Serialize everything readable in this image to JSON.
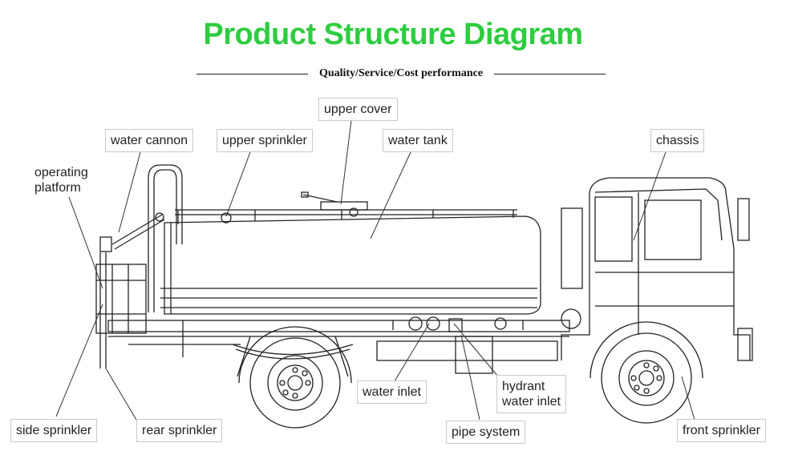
{
  "header": {
    "title": "Product Structure Diagram",
    "subtitle": "Quality/Service/Cost performance",
    "title_color": "#2ecc40"
  },
  "labels": {
    "upper_cover": "upper cover",
    "water_cannon": "water cannon",
    "upper_sprinkler": "upper sprinkler",
    "water_tank": "water tank",
    "chassis": "chassis",
    "operating_platform_line1": "operating",
    "operating_platform_line2": "platform",
    "water_inlet": "water inlet",
    "hydrant_line1": "hydrant",
    "hydrant_line2": "water inlet",
    "side_sprinkler": "side sprinkler",
    "rear_sprinkler": "rear sprinkler",
    "pipe_system": "pipe system",
    "front_sprinkler": "front sprinkler"
  }
}
